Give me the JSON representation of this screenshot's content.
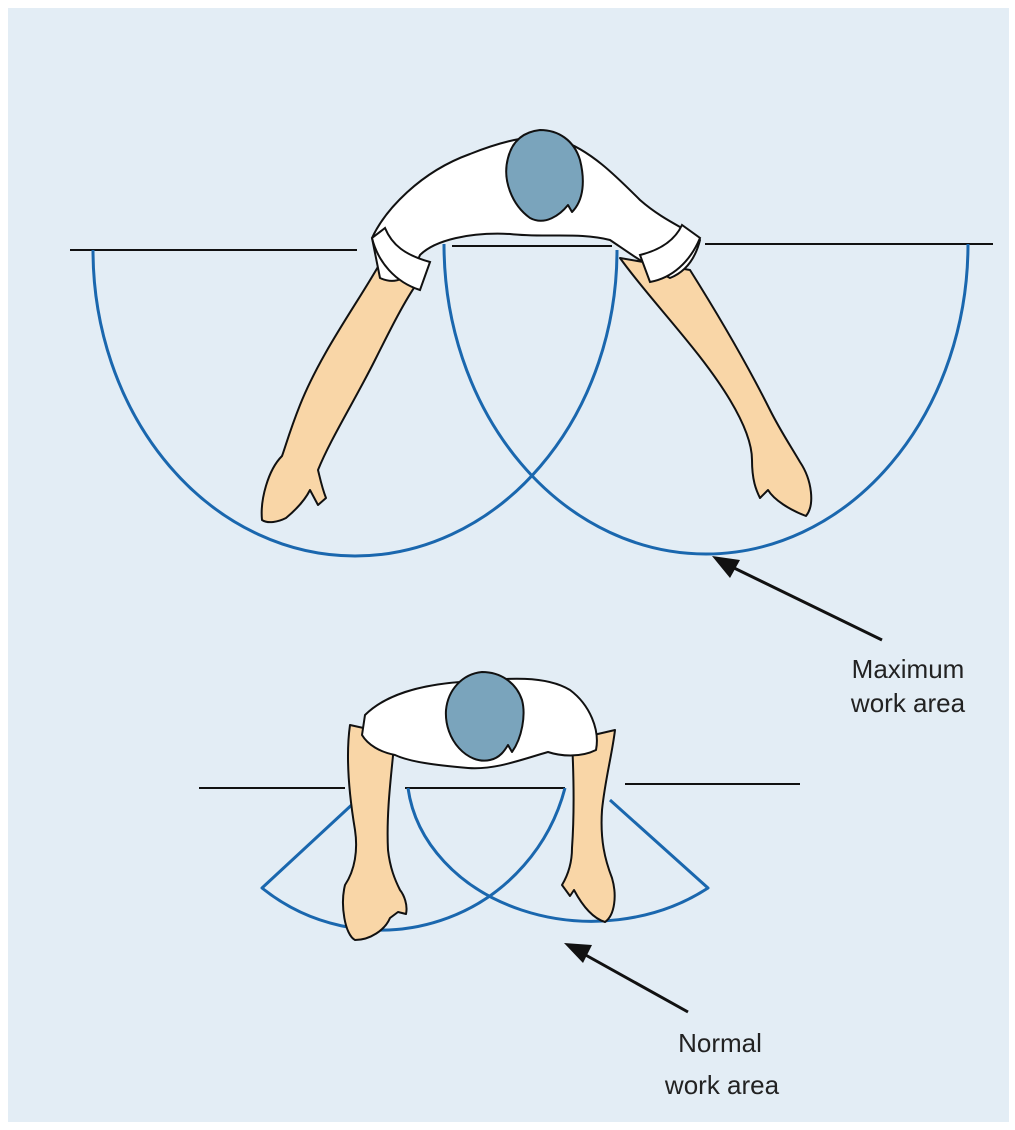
{
  "labels": {
    "max_line1": "Maximum",
    "max_line2": "work area",
    "normal_line1": "Normal",
    "normal_line2": "work area"
  },
  "colors": {
    "background": "#e3edf5",
    "arc": "#1a67ae",
    "skin": "#f9d6a7",
    "shirt": "#ffffff",
    "hair": "#7aa4bc",
    "outline": "#111111"
  }
}
